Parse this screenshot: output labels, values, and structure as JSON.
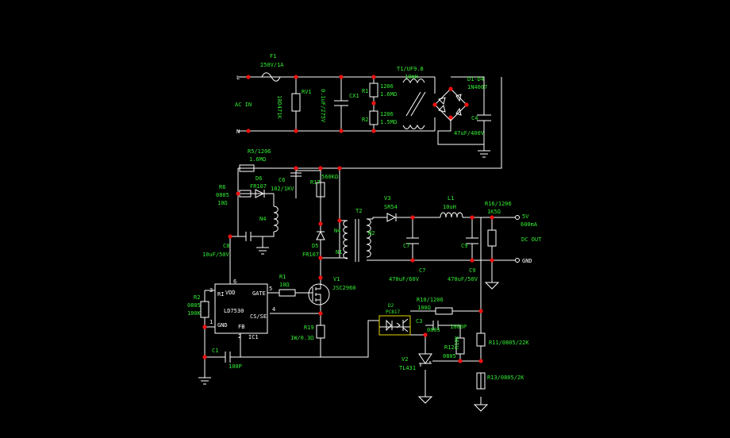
{
  "colors": {
    "background": "#000000",
    "wire": "#ffffff",
    "label": "#33ee33",
    "junction": "#ee1111",
    "optocoupler_frame": "#e6d600"
  },
  "input": {
    "line_terminal": "L",
    "neutral_terminal": "N",
    "ac_in_label": "AC IN",
    "fuse_ref": "F1",
    "fuse_rating": "250V/1A",
    "varistor_ref": "RV1",
    "varistor_value": "10D471K",
    "cx1_ref": "CX1",
    "cx1_value": "0.1uF/275V",
    "r1206_top": "1206",
    "r1206_top_value": "1.6MΩ",
    "r1206_bot": "1206",
    "r1206_bot_value": "1.5MΩ",
    "r_label_1": "R1",
    "r_label_2": "R2",
    "choke_ref": "T1/UF9.8",
    "choke_value": "10mH",
    "bridge_ref": "D1-D4",
    "bridge_value": "1N4007",
    "c4_ref": "C4",
    "c4_value": "47uF/400V"
  },
  "primary": {
    "r5_ref": "R5/1206",
    "r5_value": "1.6MΩ",
    "r6_ref": "R6",
    "r6_size": "0805",
    "r6_value": "10Ω",
    "d6_ref": "D6",
    "d6_value": "FR107",
    "c6_ref": "C6",
    "c6_value": "102/1KV",
    "r17_ref": "R17",
    "r17_value": "560KΩ",
    "aux_winding": "N4",
    "c8_ref": "C8",
    "c8_value": "10uF/50V",
    "d5_ref": "D5",
    "d5_value": "FR107",
    "prim_winding": "N1",
    "t2_label": "T2",
    "n2_label": "N2"
  },
  "controller": {
    "ic_ref": "IC1",
    "ic_part": "LD7530",
    "pin_vdd": "VDD",
    "pin_ri": "RI",
    "pin_gnd": "GND",
    "pin_fb": "FB",
    "pin_gate": "GATE",
    "pin_cs": "CS/SE",
    "num_6": "6",
    "num_5": "5",
    "num_4": "4",
    "num_3": "3",
    "num_2": "2",
    "num_1": "1",
    "r2_ref": "R2",
    "r2_size": "0805",
    "r2_value": "100K",
    "r1_ref": "R1",
    "r1_value": "10Ω",
    "q_ref": "V1",
    "q_value": "JSC2960",
    "r19_ref": "R19",
    "r19_value": "1W/0.3Ω",
    "c1_ref": "C1",
    "c1_value": "100P"
  },
  "secondary": {
    "v3_ref": "V3",
    "v3_value": "SR54",
    "l1_ref": "L1",
    "l1_value": "10uH",
    "r16_ref": "R16/1206",
    "r16_value": "1K5Ω",
    "out_voltage": "5V",
    "out_current": "600mA",
    "dc_out": "DC OUT",
    "gnd": "GND",
    "c7_ref": "C7",
    "c7_value": "470uF/60V",
    "c9_ref": "C9",
    "c9_value": "470uF/50V",
    "opto_ref": "D2",
    "opto_value": "PC817",
    "r10_ref": "R10/1206",
    "r10_value": "100Ω",
    "c3_ref": "C3",
    "c3_value": "0805",
    "c3_extra": "1000P",
    "r12_ref": "R12",
    "r12_value": "0805",
    "r11_label": "R11/0805/22K",
    "r13_label": "R13/0805/2K",
    "v2_ref": "V2",
    "v2_value": "TL431",
    "r_vert_label": "R10K"
  }
}
